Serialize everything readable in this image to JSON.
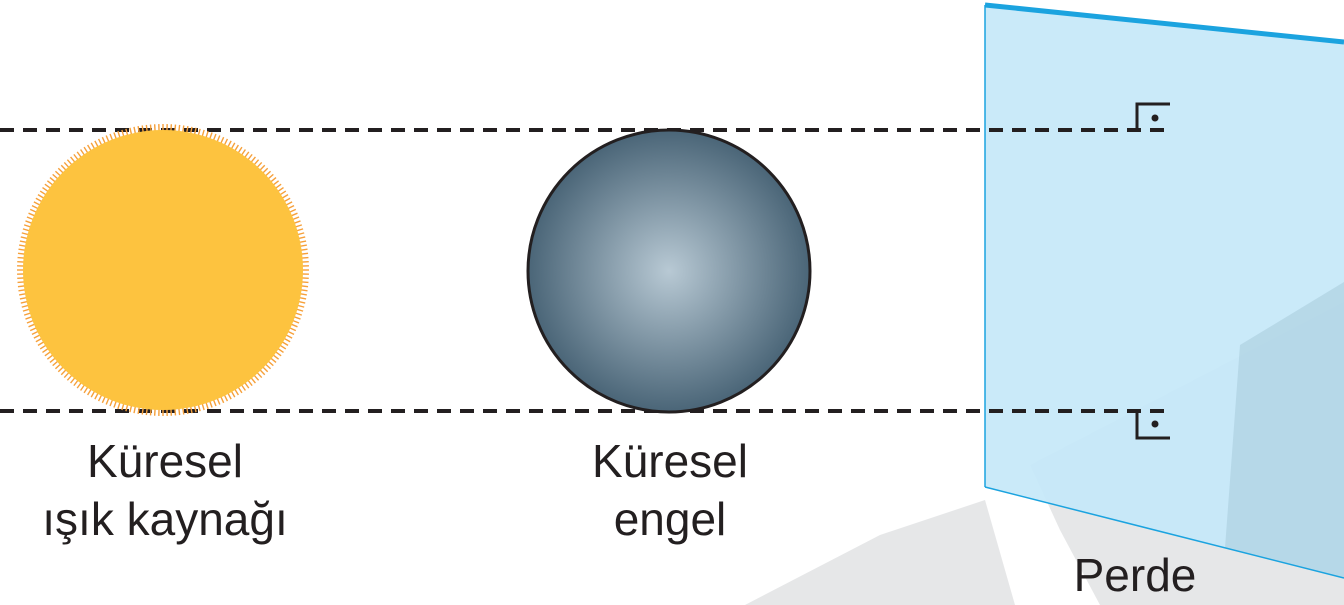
{
  "colors": {
    "source_fill": "#fdc33f",
    "source_rays": "#f6a03a",
    "obstacle_dark": "#3f5b6e",
    "obstacle_light": "#b8c9d4",
    "screen_fill": "#c6e8f8",
    "screen_edge": "#1ba3df",
    "shadow_gray": "#e6e7e8",
    "line_color": "#231f20"
  },
  "labels": {
    "source": {
      "line1": "Küresel",
      "line2": "ışık kaynağı"
    },
    "obstacle": {
      "line1": "Küresel",
      "line2": "engel"
    },
    "screen": "Perde"
  },
  "icons": {
    "source": "sun-sphere-icon",
    "obstacle": "sphere-icon",
    "right_angle": "right-angle-mark-icon"
  }
}
